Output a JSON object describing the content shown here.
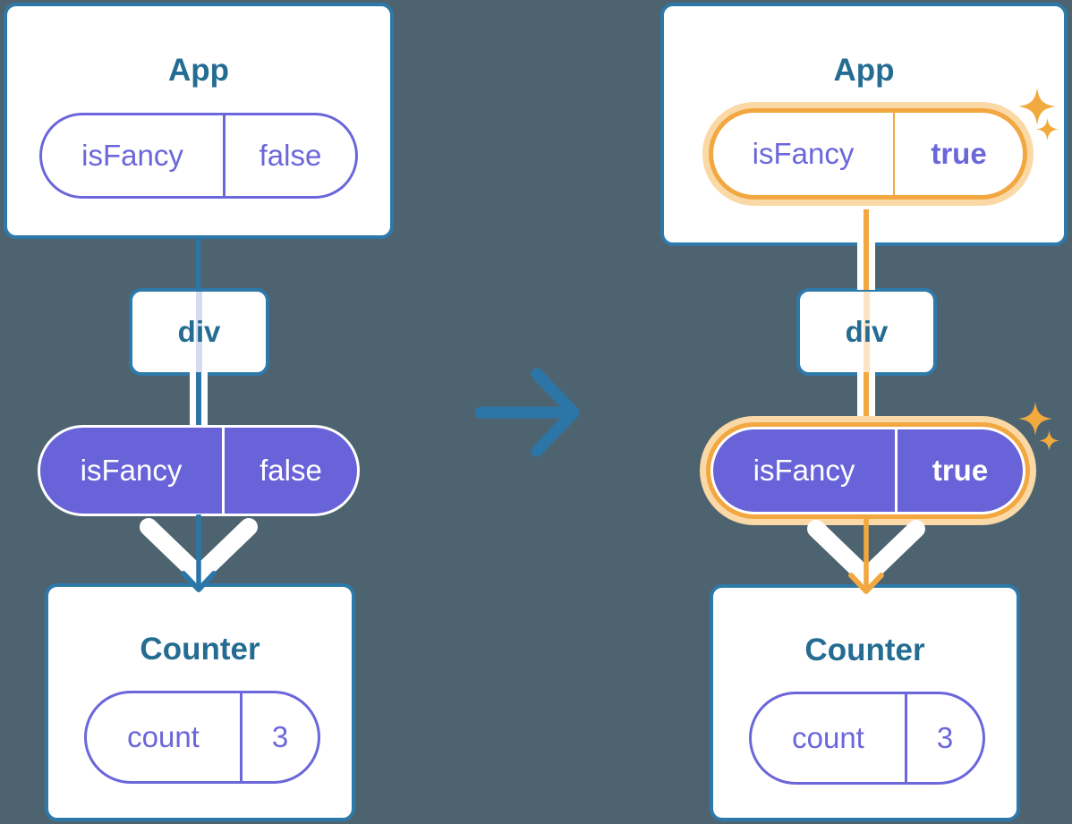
{
  "diagram": {
    "left": {
      "app_title": "App",
      "app_prop_name": "isFancy",
      "app_prop_value": "false",
      "div_label": "div",
      "passed_prop_name": "isFancy",
      "passed_prop_value": "false",
      "counter_title": "Counter",
      "counter_state_name": "count",
      "counter_state_value": "3"
    },
    "right": {
      "app_title": "App",
      "app_prop_name": "isFancy",
      "app_prop_value": "true",
      "div_label": "div",
      "passed_prop_name": "isFancy",
      "passed_prop_value": "true",
      "counter_title": "Counter",
      "counter_state_name": "count",
      "counter_state_value": "3"
    },
    "colors": {
      "background": "#4d6470",
      "card_border": "#2e79a9",
      "title_text": "#256c93",
      "purple_fill": "#6963d9",
      "purple_outline": "#6b66da",
      "orange_ring": "#f2a740",
      "orange_glow": "#fad9a6",
      "arrow_blue": "#2b76a7",
      "white": "#ffffff"
    }
  }
}
